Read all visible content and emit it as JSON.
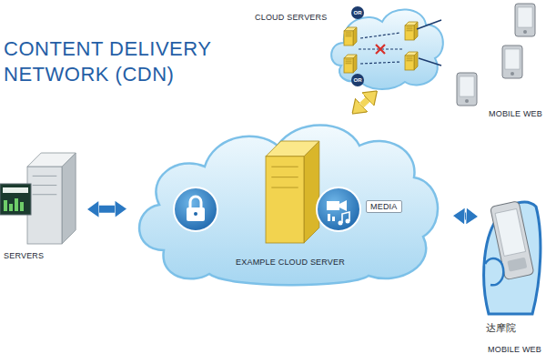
{
  "diagram": {
    "title": "CONTENT DELIVERY NETWORK (CDN)",
    "nodes": [
      {
        "text": [
          "CLOUD SERVERS"
        ]
      },
      {
        "text": [
          "MOBILE WEB"
        ]
      },
      {
        "text": [
          "SERVERS"
        ]
      },
      {
        "text": [
          "EXAMPLE CLOUD SERVER"
        ]
      },
      {
        "text": [
          "MEDIA"
        ],
        "in": 3
      },
      {
        "text": [
          "MOBILE WEB"
        ]
      }
    ],
    "edges": [
      {
        "from": 2,
        "to": 3,
        "arrow": "both"
      },
      {
        "from": 3,
        "to": 0,
        "arrow": "both"
      },
      {
        "from": 3,
        "to": 5,
        "arrow": "both"
      }
    ],
    "labels": [
      "OR",
      "OR",
      "达摩院"
    ]
  }
}
